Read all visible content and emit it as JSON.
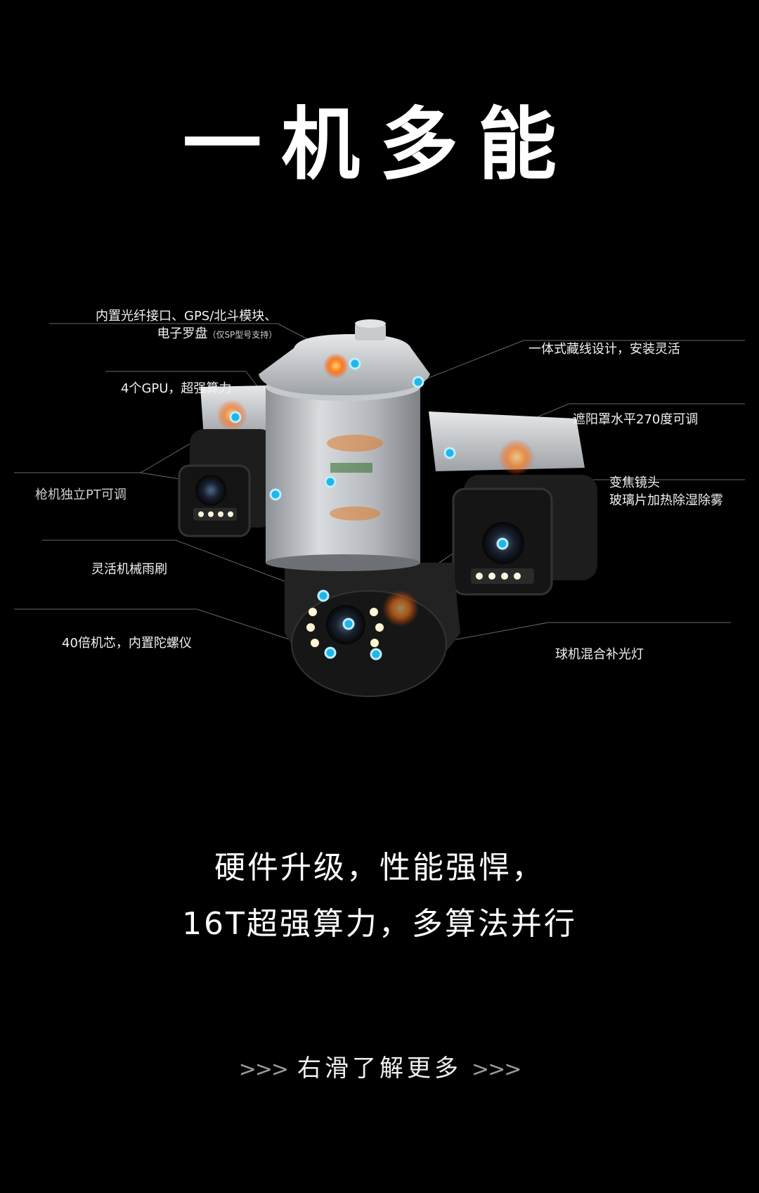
{
  "title": "一机多能",
  "callouts": {
    "fiber": "内置光纤接口、GPS/北斗模块、",
    "compass": "电子罗盘",
    "compass_note": "（仅SP型号支持）",
    "gpu": "4个GPU，超强算力",
    "gun_pt": "枪机独立PT可调",
    "wiper": "灵活机械雨刷",
    "zoom40": "40倍机芯，内置陀螺仪",
    "cable": "一体式藏线设计，安装灵活",
    "visor": "遮阳罩水平270度可调",
    "zoom_lens": "变焦镜头",
    "glass_heat": "玻璃片加热除湿除雾",
    "fill_light": "球机混合补光灯"
  },
  "description": {
    "line1": "硬件升级，性能强悍，",
    "line2": "16T超强算力，多算法并行"
  },
  "swipe": {
    "label": "右滑了解更多",
    "arrow_left": ">>>",
    "arrow_right": ">>>"
  },
  "colors": {
    "background": "#000000",
    "marker": "#1fb6e8",
    "body_metal": "#b8bcc0",
    "housing_dark": "#1c1c1c"
  }
}
